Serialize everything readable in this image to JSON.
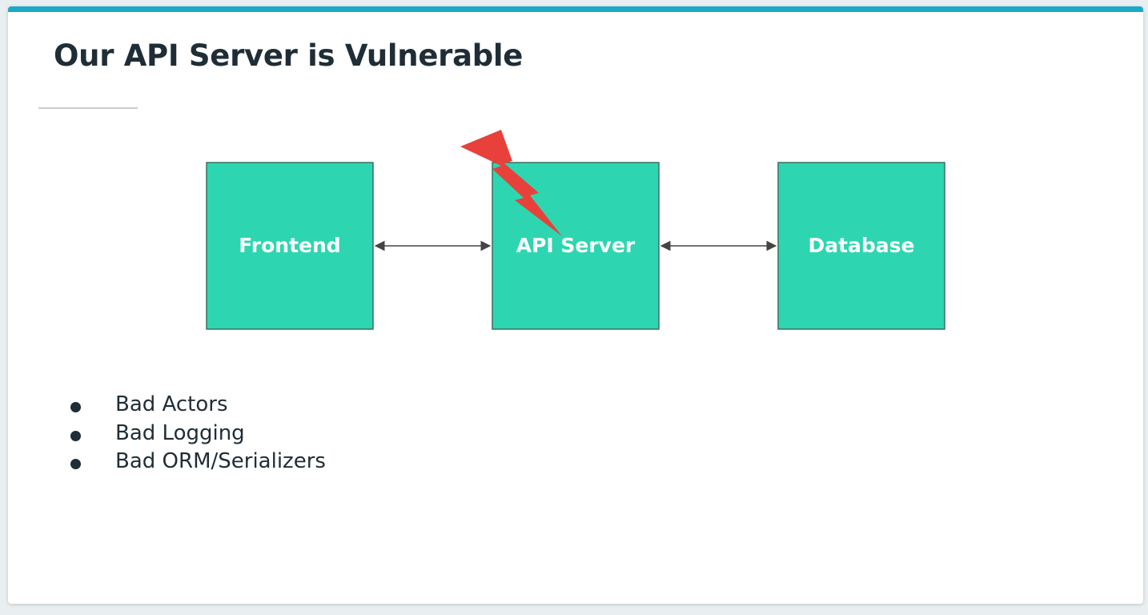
{
  "slide": {
    "title": "Our API Server is Vulnerable",
    "accent_color": "#1aa9c9"
  },
  "diagram": {
    "nodes": [
      {
        "id": "frontend",
        "label": "Frontend",
        "color": "#2dd6b0"
      },
      {
        "id": "api-server",
        "label": "API Server",
        "color": "#2dd6b0"
      },
      {
        "id": "database",
        "label": "Database",
        "color": "#2dd6b0"
      }
    ],
    "edges": [
      {
        "from": "frontend",
        "to": "api-server",
        "direction": "bidirectional"
      },
      {
        "from": "api-server",
        "to": "database",
        "direction": "bidirectional"
      }
    ],
    "alert_icon": {
      "name": "lightning-bolt-icon",
      "target": "api-server",
      "color": "#e8413b"
    }
  },
  "bullets": [
    "Bad Actors",
    "Bad Logging",
    "Bad ORM/Serializers"
  ]
}
